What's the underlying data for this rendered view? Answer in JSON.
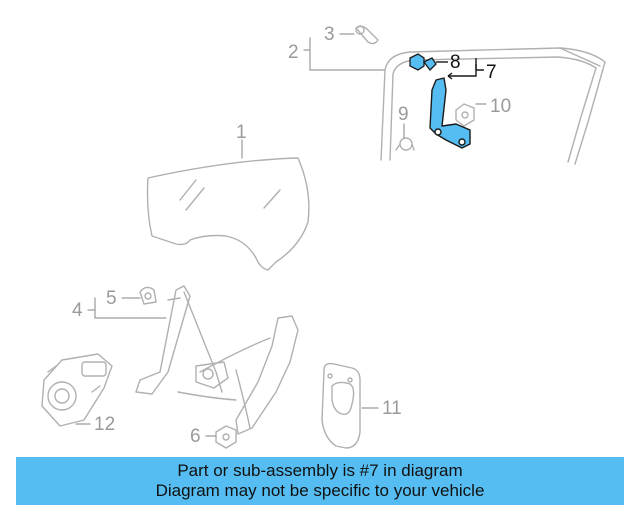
{
  "colors": {
    "highlight": "#55bdf1",
    "part_stroke": "#b0b0b0",
    "highlight_stroke": "#1a1a1a",
    "banner": "#55bdf1"
  },
  "callouts": {
    "n1": "1",
    "n2": "2",
    "n3": "3",
    "n4": "4",
    "n5": "5",
    "n6": "6",
    "n7": "7",
    "n8": "8",
    "n9": "9",
    "n10": "10",
    "n11": "11",
    "n12": "12"
  },
  "banner": {
    "line1": "Part or sub-assembly is #7 in diagram",
    "line2": "Diagram may not be specific to your vehicle"
  }
}
